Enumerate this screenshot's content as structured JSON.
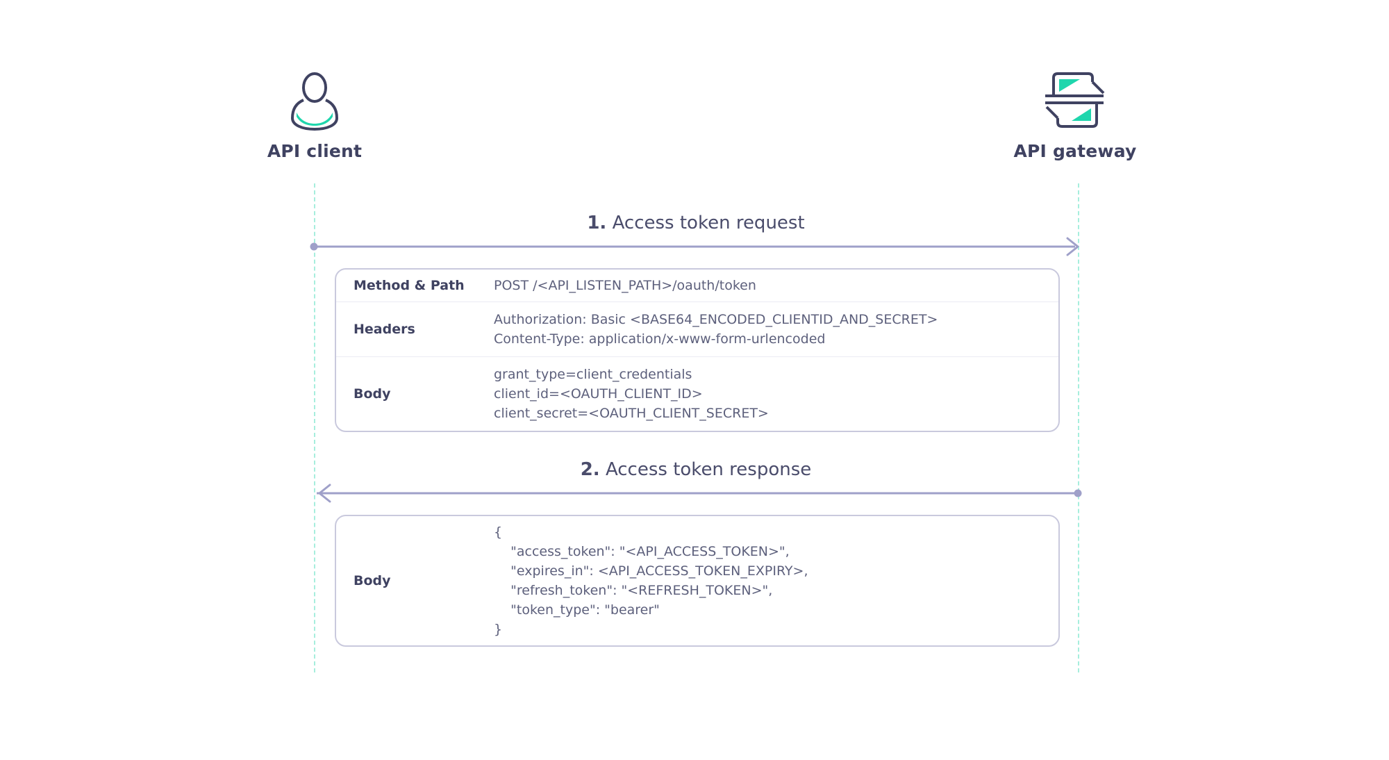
{
  "actors": {
    "client": {
      "label": "API client",
      "icon": "user-icon"
    },
    "gateway": {
      "label": "API gateway",
      "icon": "gateway-icon"
    }
  },
  "colors": {
    "accent": "#1fd6ad",
    "lifeline": "#a6eedd",
    "arrow": "#9fa0c9",
    "text": "#3f4261",
    "border": "#c9c9dd"
  },
  "messages": [
    {
      "number": "1.",
      "title": "Access token request",
      "direction": "client-to-gateway",
      "rows": [
        {
          "label": "Method & Path",
          "lines": [
            "POST /<API_LISTEN_PATH>/oauth/token"
          ]
        },
        {
          "label": "Headers",
          "lines": [
            "Authorization: Basic <BASE64_ENCODED_CLIENTID_AND_SECRET>",
            "Content-Type: application/x-www-form-urlencoded"
          ]
        },
        {
          "label": "Body",
          "lines": [
            "grant_type=client_credentials",
            "client_id=<OAUTH_CLIENT_ID>",
            "client_secret=<OAUTH_CLIENT_SECRET>"
          ]
        }
      ]
    },
    {
      "number": "2.",
      "title": "Access token response",
      "direction": "gateway-to-client",
      "rows": [
        {
          "label": "Body",
          "lines": [
            "{",
            "    \"access_token\": \"<API_ACCESS_TOKEN>\",",
            "    \"expires_in\": <API_ACCESS_TOKEN_EXPIRY>,",
            "    \"refresh_token\": \"<REFRESH_TOKEN>\",",
            "    \"token_type\": \"bearer\"",
            "}"
          ]
        }
      ]
    }
  ]
}
